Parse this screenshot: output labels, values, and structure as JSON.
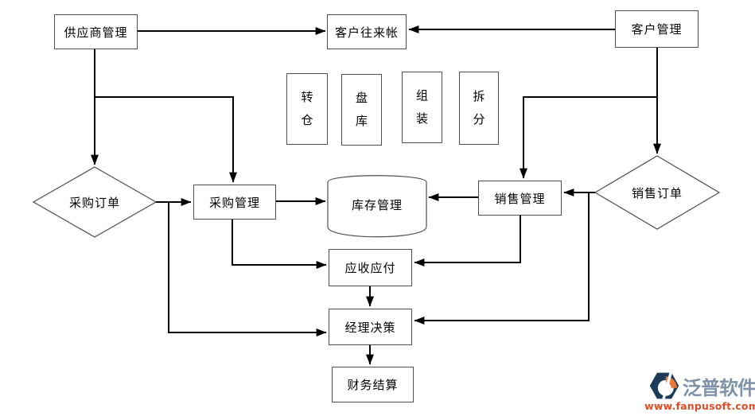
{
  "colors": {
    "background": "#ffffff",
    "connector": "#000000",
    "shape_border": "#4f4f4f",
    "node_text": "#000000",
    "brand_text": "#7e92a8",
    "brand_url": "#dd4f2b",
    "logo_navy": "#1d3c5a",
    "logo_orange": "#e8793a"
  },
  "nodes": {
    "supplier_mgmt": {
      "label": "供应商管理"
    },
    "customer_accounts": {
      "label": "客户往来帐"
    },
    "customer_mgmt": {
      "label": "客户管理"
    },
    "transfer_warehouse": {
      "label": "转仓"
    },
    "stock_check": {
      "label": "盘库"
    },
    "assembly": {
      "label": "组装"
    },
    "split": {
      "label": "拆分"
    },
    "purchase_order": {
      "label": "采购订单"
    },
    "purchase_mgmt": {
      "label": "采购管理"
    },
    "inventory_mgmt": {
      "label": "库存管理"
    },
    "sales_mgmt": {
      "label": "销售管理"
    },
    "sales_order": {
      "label": "销售订单"
    },
    "receivable_payable": {
      "label": "应收应付"
    },
    "manager_decision": {
      "label": "经理决策"
    },
    "financial_settlement": {
      "label": "财务结算"
    }
  },
  "watermark": {
    "brand": "泛普软件",
    "url": "www.fanpusoft.com"
  }
}
